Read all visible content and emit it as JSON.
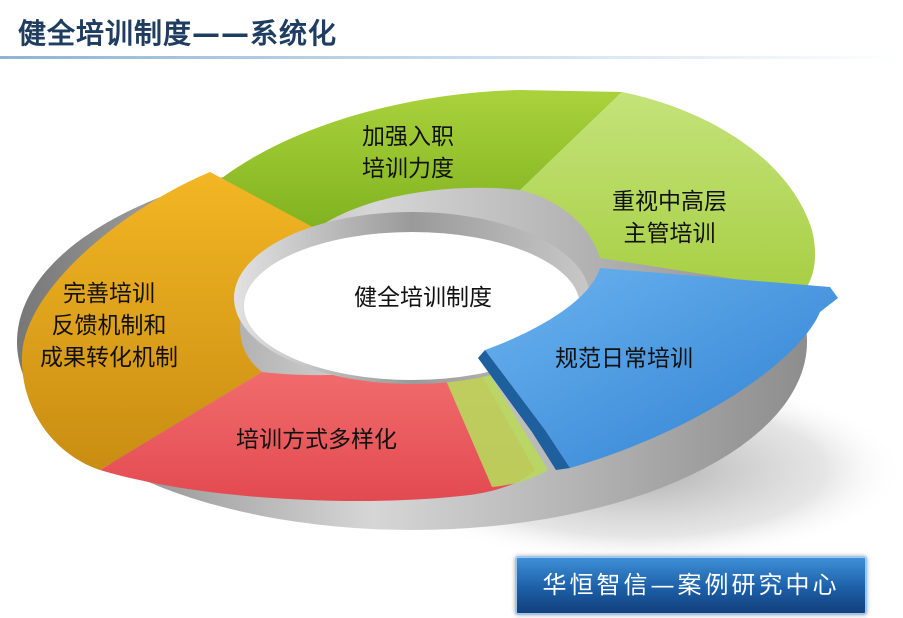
{
  "title": "健全培训制度——系统化",
  "center": "健全培训制度",
  "segments": {
    "entry": {
      "line1": "加强入职",
      "line2": "培训力度",
      "color": "#9ccc33"
    },
    "management": {
      "line1": "重视中高层",
      "line2": "主管培训",
      "color": "#bcde62"
    },
    "daily": {
      "line1": "规范日常培训",
      "color": "#4f9fe6"
    },
    "methods": {
      "line1": "培训方式多样化",
      "color": "#f05a5e"
    },
    "feedback": {
      "line1": "完善培训",
      "line2": "反馈机制和",
      "line3": "成果转化机制",
      "color": "#e7a91a"
    }
  },
  "badge": "华恒智信—案例研究中心"
}
